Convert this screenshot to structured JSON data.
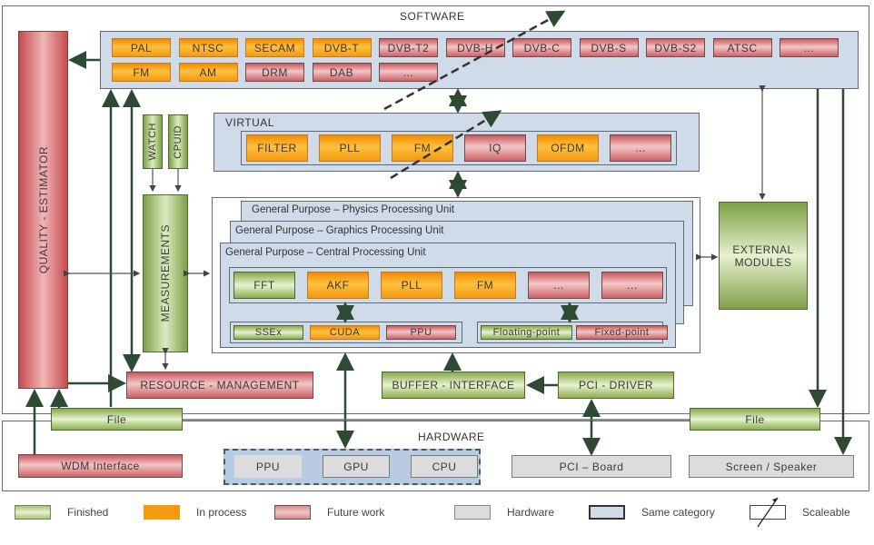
{
  "software": {
    "title": "SOFTWARE",
    "standards_row1": [
      {
        "label": "PAL",
        "status": "in-process"
      },
      {
        "label": "NTSC",
        "status": "in-process"
      },
      {
        "label": "SECAM",
        "status": "in-process"
      },
      {
        "label": "DVB-T",
        "status": "in-process"
      },
      {
        "label": "DVB-T2",
        "status": "future-work"
      },
      {
        "label": "DVB-H",
        "status": "future-work"
      },
      {
        "label": "DVB-C",
        "status": "future-work"
      },
      {
        "label": "DVB-S",
        "status": "future-work"
      },
      {
        "label": "DVB-S2",
        "status": "future-work"
      },
      {
        "label": "ATSC",
        "status": "future-work"
      },
      {
        "label": "...",
        "status": "future-work"
      }
    ],
    "standards_row2": [
      {
        "label": "FM",
        "status": "in-process"
      },
      {
        "label": "AM",
        "status": "in-process"
      },
      {
        "label": "DRM",
        "status": "future-work"
      },
      {
        "label": "DAB",
        "status": "future-work"
      },
      {
        "label": "...",
        "status": "future-work"
      }
    ],
    "quality_estimator": "QUALITY - ESTIMATOR",
    "watch": "WATCH",
    "cpuid": "CPUID",
    "measurements": "MEASUREMENTS",
    "virtual": {
      "title": "VIRTUAL",
      "modules": [
        {
          "label": "FILTER",
          "status": "in-process"
        },
        {
          "label": "PLL",
          "status": "in-process"
        },
        {
          "label": "FM",
          "status": "in-process"
        },
        {
          "label": "IQ",
          "status": "future-work"
        },
        {
          "label": "OFDM",
          "status": "in-process"
        },
        {
          "label": "...",
          "status": "future-work"
        }
      ]
    },
    "gp": {
      "ppu_title": "General Purpose – Physics Processing Unit",
      "gpu_title": "General Purpose – Graphics Processing Unit",
      "cpu_title": "General Purpose – Central Processing Unit",
      "modules": [
        {
          "label": "FFT",
          "status": "finished"
        },
        {
          "label": "AKF",
          "status": "in-process"
        },
        {
          "label": "PLL",
          "status": "in-process"
        },
        {
          "label": "FM",
          "status": "in-process"
        },
        {
          "label": "...",
          "status": "future-work"
        },
        {
          "label": "...",
          "status": "future-work"
        }
      ],
      "accel": [
        {
          "label": "SSEx",
          "status": "finished"
        },
        {
          "label": "CUDA",
          "status": "in-process"
        },
        {
          "label": "PPU",
          "status": "future-work"
        }
      ],
      "arith": [
        {
          "label": "Floating-point",
          "status": "finished"
        },
        {
          "label": "Fixed-point",
          "status": "future-work"
        }
      ]
    },
    "external_modules_line1": "EXTERNAL",
    "external_modules_line2": "MODULES",
    "resource_management": "RESOURCE - MANAGEMENT",
    "buffer_interface": "BUFFER - INTERFACE",
    "pci_driver": "PCI - DRIVER"
  },
  "file_left": "File",
  "file_right": "File",
  "hardware": {
    "title": "HARDWARE",
    "wdm_interface": "WDM Interface",
    "processors": [
      "PPU",
      "GPU",
      "CPU"
    ],
    "pci_board": "PCI – Board",
    "screen_speaker": "Screen / Speaker"
  },
  "legend": [
    {
      "label": "Finished",
      "type": "finished"
    },
    {
      "label": "In process",
      "type": "in-process"
    },
    {
      "label": "Future work",
      "type": "future-work"
    },
    {
      "label": "Hardware",
      "type": "hardware"
    },
    {
      "label": "Same category",
      "type": "same-category"
    },
    {
      "label": "Scaleable",
      "type": "scaleable"
    }
  ]
}
